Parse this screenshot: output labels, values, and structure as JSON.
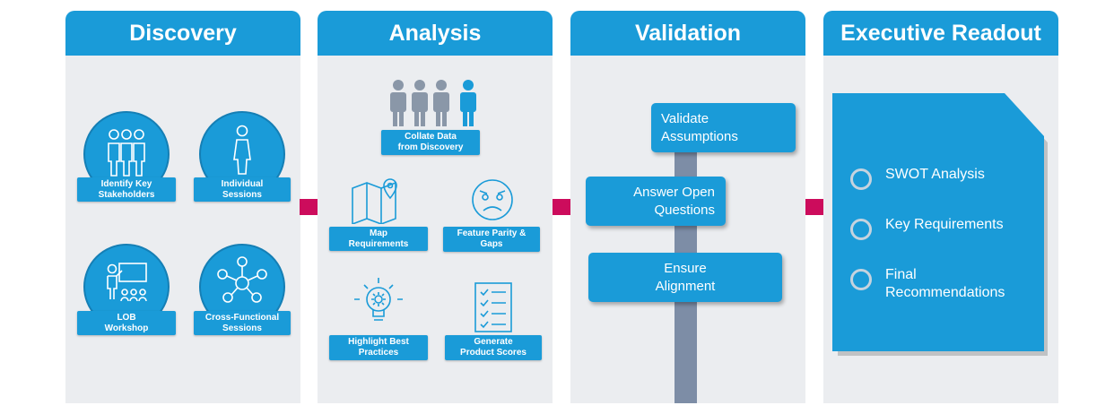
{
  "columns": [
    {
      "title": "Discovery"
    },
    {
      "title": "Analysis"
    },
    {
      "title": "Validation"
    },
    {
      "title": "Executive Readout"
    }
  ],
  "discovery": {
    "items": [
      {
        "label": "Identify Key\nStakeholders",
        "icon": "people-group-icon"
      },
      {
        "label": "Individual\nSessions",
        "icon": "person-icon"
      },
      {
        "label": "LOB\nWorkshop",
        "icon": "presenter-board-icon"
      },
      {
        "label": "Cross-Functional\nSessions",
        "icon": "network-people-icon"
      }
    ]
  },
  "analysis": {
    "items": [
      {
        "label": "Collate Data\nfrom Discovery",
        "icon": "people-row-icon"
      },
      {
        "label": "Map\nRequirements",
        "icon": "map-pin-icon"
      },
      {
        "label": "Feature Parity &\nGaps",
        "icon": "worried-face-icon"
      },
      {
        "label": "Highlight Best\nPractices",
        "icon": "lightbulb-gear-icon"
      },
      {
        "label": "Generate\nProduct Scores",
        "icon": "checklist-icon"
      }
    ]
  },
  "validation": {
    "signs": [
      {
        "label": "Validate\nAssumptions"
      },
      {
        "label": "Answer Open\nQuestions"
      },
      {
        "label": "Ensure\nAlignment"
      }
    ]
  },
  "readout": {
    "items": [
      {
        "label": "SWOT Analysis"
      },
      {
        "label": "Key Requirements"
      },
      {
        "label": "Final\nRecommendations"
      }
    ]
  },
  "colors": {
    "primary": "#1a9bd8",
    "connector": "#cc0c5c",
    "panel": "#ebedf0",
    "pole": "#7d8da6"
  }
}
